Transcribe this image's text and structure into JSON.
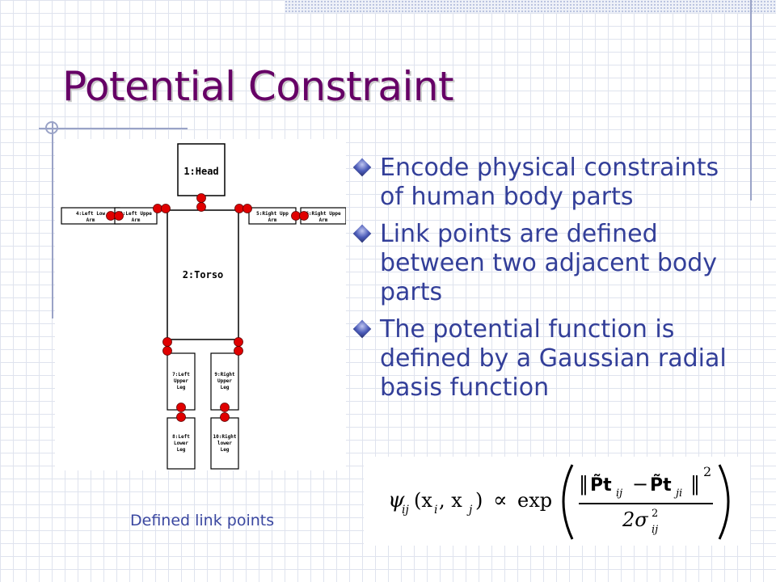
{
  "slide": {
    "title": "Potential Constraint",
    "caption": "Defined link points",
    "bullets": [
      "Encode physical constraints of human body parts",
      "Link points are defined between two adjacent body parts",
      "The potential function is defined by a Gaussian radial basis function"
    ]
  },
  "diagram": {
    "parts": {
      "head": "1:Head",
      "torso": "2:Torso",
      "left_upper_arm": [
        "3:Left Uppe",
        "Arm"
      ],
      "left_lower_arm": [
        "4:Left Low",
        "Arm"
      ],
      "right_upper_arm": [
        "5:Right Upp",
        "Arm"
      ],
      "right_lower_arm": [
        "6:Right Uppe",
        "Arm"
      ],
      "left_upper_leg": [
        "7:Left",
        "Upper",
        "Leg"
      ],
      "left_lower_leg": [
        "8:Left",
        "Lower",
        "Leg"
      ],
      "right_upper_leg": [
        "9:Right",
        "Upper",
        "Leg"
      ],
      "right_lower_leg": [
        "10:Right",
        "lower",
        "Leg"
      ]
    },
    "link_point_color": "#e00000"
  },
  "formula": {
    "lhs": "ψ",
    "lhs_sub": "ij",
    "args": "(x",
    "arg_i": "i",
    "comma_x": ", x",
    "arg_j": "j",
    "close": ")",
    "prop": "∝",
    "exp": "exp",
    "norm_open": "‖",
    "pt1": "P̃t",
    "pt1_sub": "ij",
    "minus": "−",
    "pt2": "P̃t",
    "pt2_sub": "ji",
    "norm_close": "‖",
    "power": "2",
    "denom": "2σ",
    "denom_sup": "2",
    "denom_sub": "ij"
  },
  "colors": {
    "title": "#660066",
    "bullet_text": "#333f99",
    "caption": "#3a47a0"
  }
}
